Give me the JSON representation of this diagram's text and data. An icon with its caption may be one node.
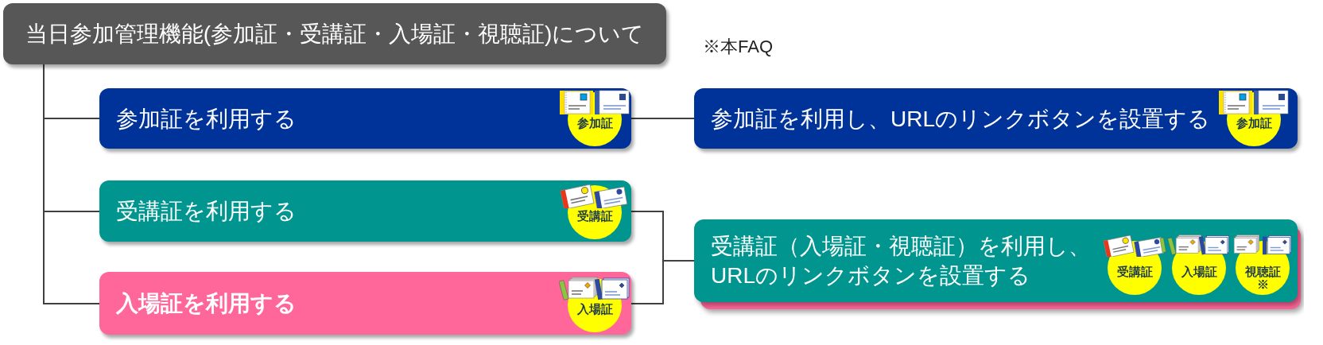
{
  "diagram": {
    "nodes": [
      {
        "text": [
          "当日参加管理機能(参加証・受講証・入場証・視聴証)について"
        ]
      },
      {
        "text": [
          "参加証を利用する"
        ]
      },
      {
        "text": [
          "参加証"
        ],
        "in": 1
      },
      {
        "text": [
          "受講証を利用する"
        ]
      },
      {
        "text": [
          "受講証"
        ],
        "in": 3
      },
      {
        "text": [
          "入場証を利用する"
        ]
      },
      {
        "text": [
          "入場証"
        ],
        "in": 5
      },
      {
        "text": [
          "参加証を利用し、URLのリンクボタンを設置する"
        ]
      },
      {
        "text": [
          "参加証"
        ],
        "in": 7
      },
      {
        "text": [
          "受講証（入場証・視聴証）を利用し、URLのリンクボタンを設置する"
        ]
      },
      {
        "text": [
          "受講証"
        ],
        "in": 9
      },
      {
        "text": [
          "入場証"
        ],
        "in": 9
      },
      {
        "text": [
          "視聴証※"
        ],
        "in": 9
      }
    ],
    "edges": [
      {
        "from": 0,
        "to": 1,
        "arrow": "none"
      },
      {
        "from": 0,
        "to": 3,
        "arrow": "none"
      },
      {
        "from": 0,
        "to": 5,
        "arrow": "none"
      },
      {
        "from": 1,
        "to": 7,
        "arrow": "none"
      },
      {
        "from": 3,
        "to": 9,
        "arrow": "none"
      },
      {
        "from": 5,
        "to": 9,
        "arrow": "none"
      }
    ],
    "labels": [
      "※本FAQ"
    ]
  }
}
